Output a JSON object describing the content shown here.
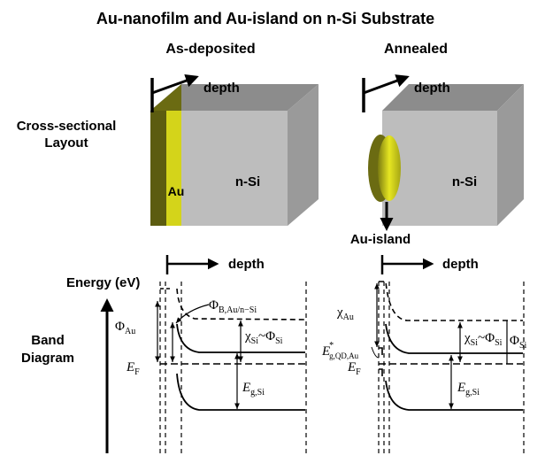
{
  "title": "Au-nanofilm and Au-island on n-Si Substrate",
  "columns": {
    "left": "As-deposited",
    "right": "Annealed"
  },
  "row_labels": {
    "cross_section_line1": "Cross-sectional",
    "cross_section_line2": "Layout",
    "band_line1": "Band",
    "band_line2": "Diagram"
  },
  "depth_label": "depth",
  "energy_label": "Energy (eV)",
  "material_labels": {
    "au": "Au",
    "si": "n-Si",
    "island": "Au-island"
  },
  "band_labels": {
    "phi": "Φ",
    "phi_au_sub": "Au",
    "phi_b_sub": "B,Au/n−Si",
    "chi": "χ",
    "chi_sub_au": "Au",
    "chi_sub_si": "Si",
    "tilde": "~Φ",
    "phi_si_sub": "Si",
    "e": "E",
    "ef_sub": "F",
    "eg_si_sub": "g,Si",
    "eg_qd_sub": "g,QD,Au",
    "star": "*"
  },
  "colors": {
    "gold": "#d4d41a",
    "gold_dark": "#6b6b12",
    "si_front": "#bdbdbd",
    "si_top": "#8c8c8c",
    "si_side": "#9a9a9a"
  }
}
